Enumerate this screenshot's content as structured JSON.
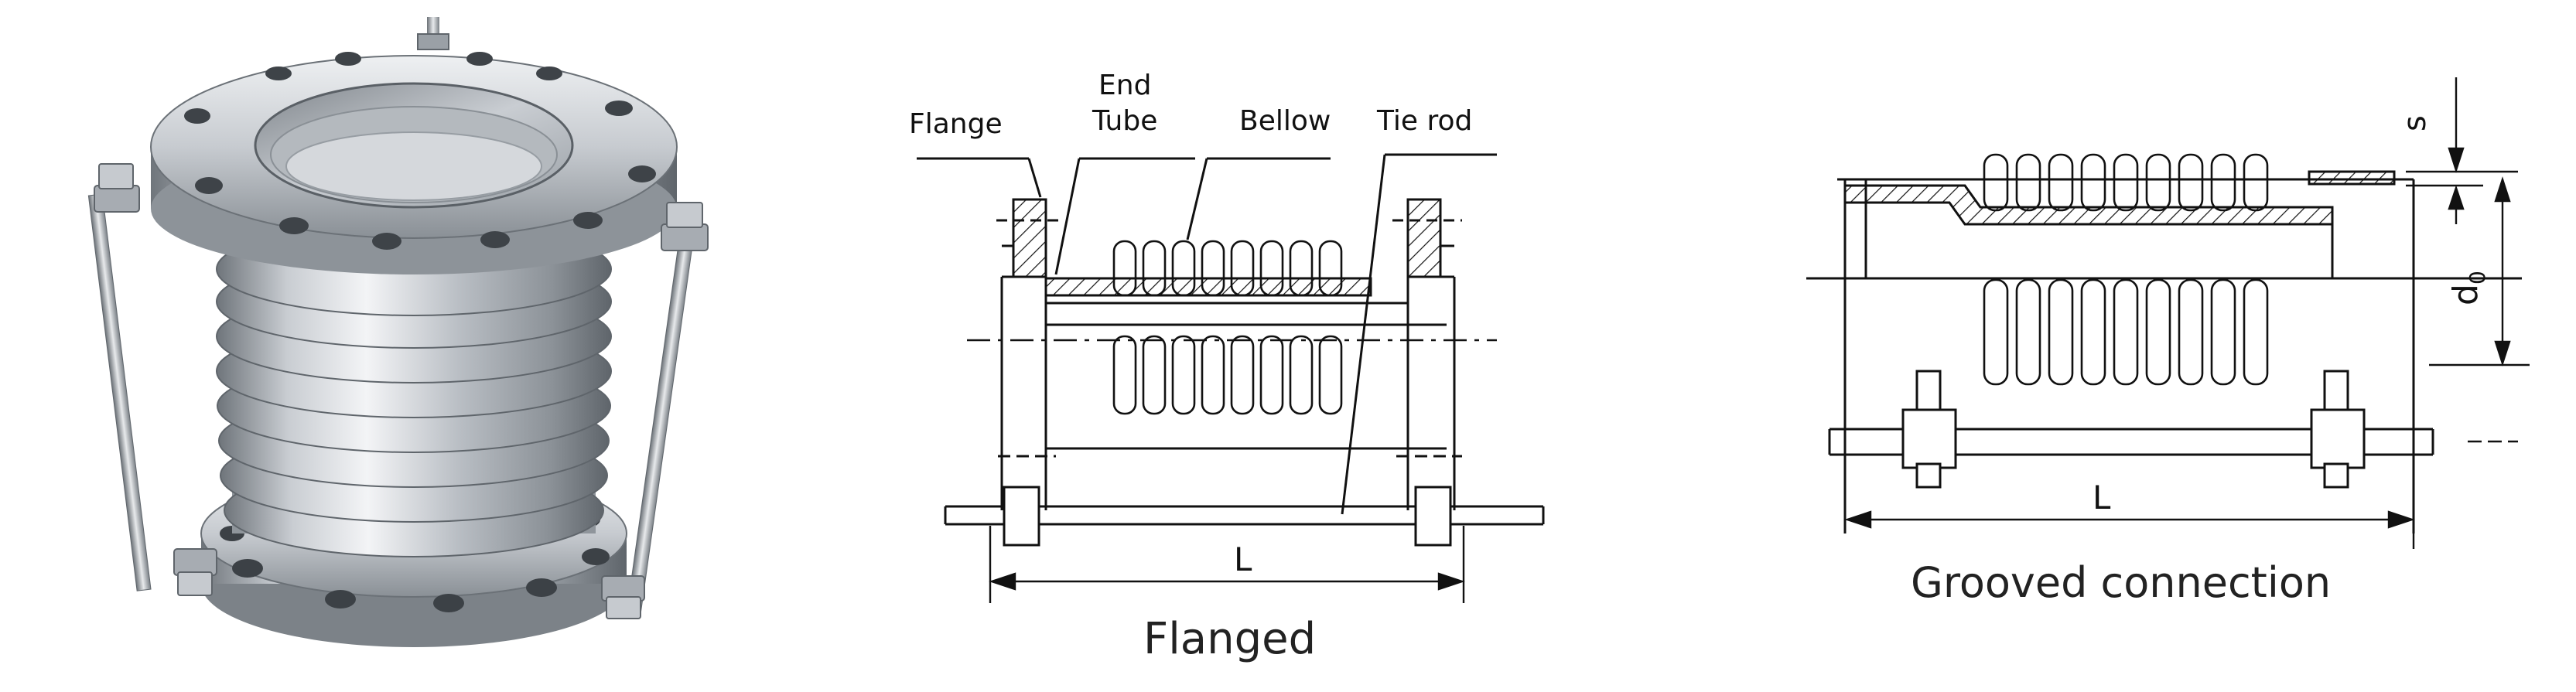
{
  "photo": {
    "subject": "stainless-steel-bellows-expansion-joint"
  },
  "flanged_diagram": {
    "labels": {
      "flange": "Flange",
      "end_tube_line1": "End",
      "end_tube_line2": "Tube",
      "bellow": "Bellow",
      "tie_rod": "Tie rod",
      "length": "L"
    },
    "caption": "Flanged"
  },
  "grooved_diagram": {
    "labels": {
      "s": "s",
      "d0_main": "d",
      "d0_sub": "0",
      "length": "L"
    },
    "caption": "Grooved connection"
  },
  "colors": {
    "ink": "#111111",
    "steel_light": "#dcdfe3",
    "steel_mid": "#a9aeb4",
    "steel_dark": "#5f656b",
    "background": "#ffffff"
  }
}
